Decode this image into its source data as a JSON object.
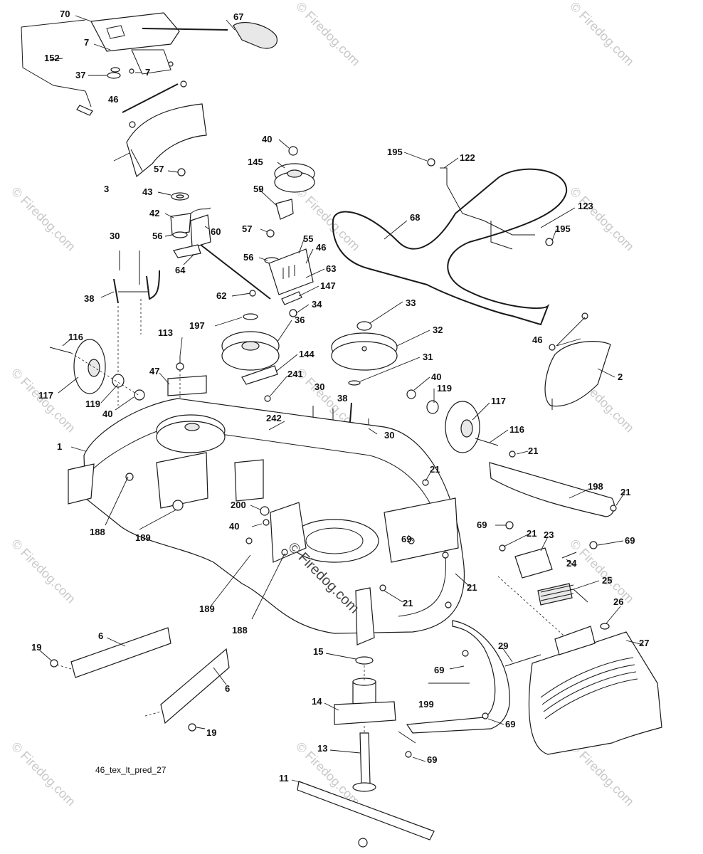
{
  "diagram_code": "46_tex_lt_pred_27",
  "watermark": "© Firedog.com",
  "callouts": [
    "70",
    "67",
    "7",
    "152",
    "37",
    "46",
    "3",
    "57",
    "43",
    "42",
    "56",
    "60",
    "64",
    "30",
    "38",
    "116",
    "117",
    "119",
    "40",
    "113",
    "47",
    "1",
    "188",
    "189",
    "200",
    "145",
    "59",
    "55",
    "63",
    "147",
    "62",
    "34",
    "197",
    "36",
    "144",
    "241",
    "242",
    "195",
    "122",
    "68",
    "123",
    "33",
    "32",
    "31",
    "2",
    "21",
    "198",
    "69",
    "23",
    "24",
    "25",
    "26",
    "27",
    "29",
    "199",
    "15",
    "14",
    "13",
    "11",
    "6",
    "19"
  ]
}
